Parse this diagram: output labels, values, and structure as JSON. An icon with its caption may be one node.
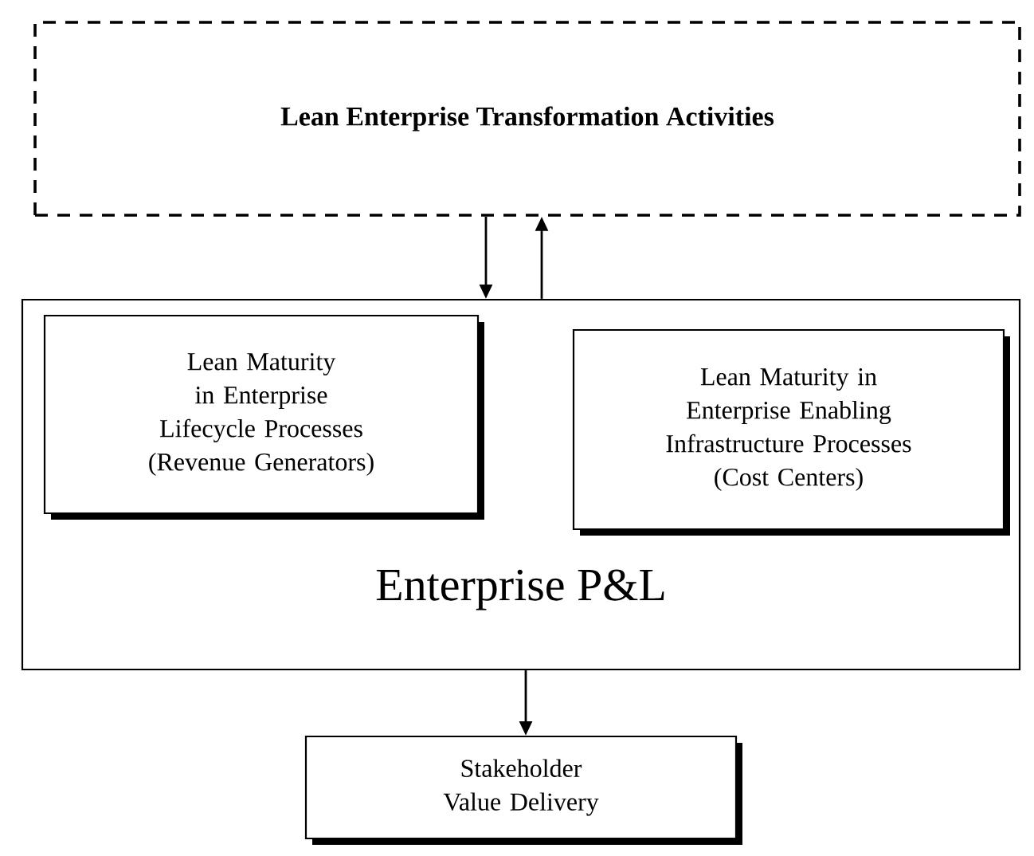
{
  "diagram": {
    "nodes": [
      {
        "text": [
          "Lean Enterprise Transformation Activities"
        ]
      },
      {
        "text": [
          "Enterprise P&L"
        ]
      },
      {
        "text": [
          "Lean Maturity in Enterprise Lifecycle Processes (Revenue Generators)"
        ],
        "in": 1
      },
      {
        "text": [
          "Lean Maturity in Enterprise Enabling Infrastructure Processes (Cost Centers)"
        ],
        "in": 1
      },
      {
        "text": [
          "Stakeholder Value Delivery"
        ]
      }
    ],
    "edges": [
      {
        "from": 0,
        "to": 1,
        "arrow": "to"
      },
      {
        "from": 1,
        "to": 0,
        "arrow": "to"
      },
      {
        "from": 1,
        "to": 4,
        "arrow": "to"
      }
    ]
  }
}
